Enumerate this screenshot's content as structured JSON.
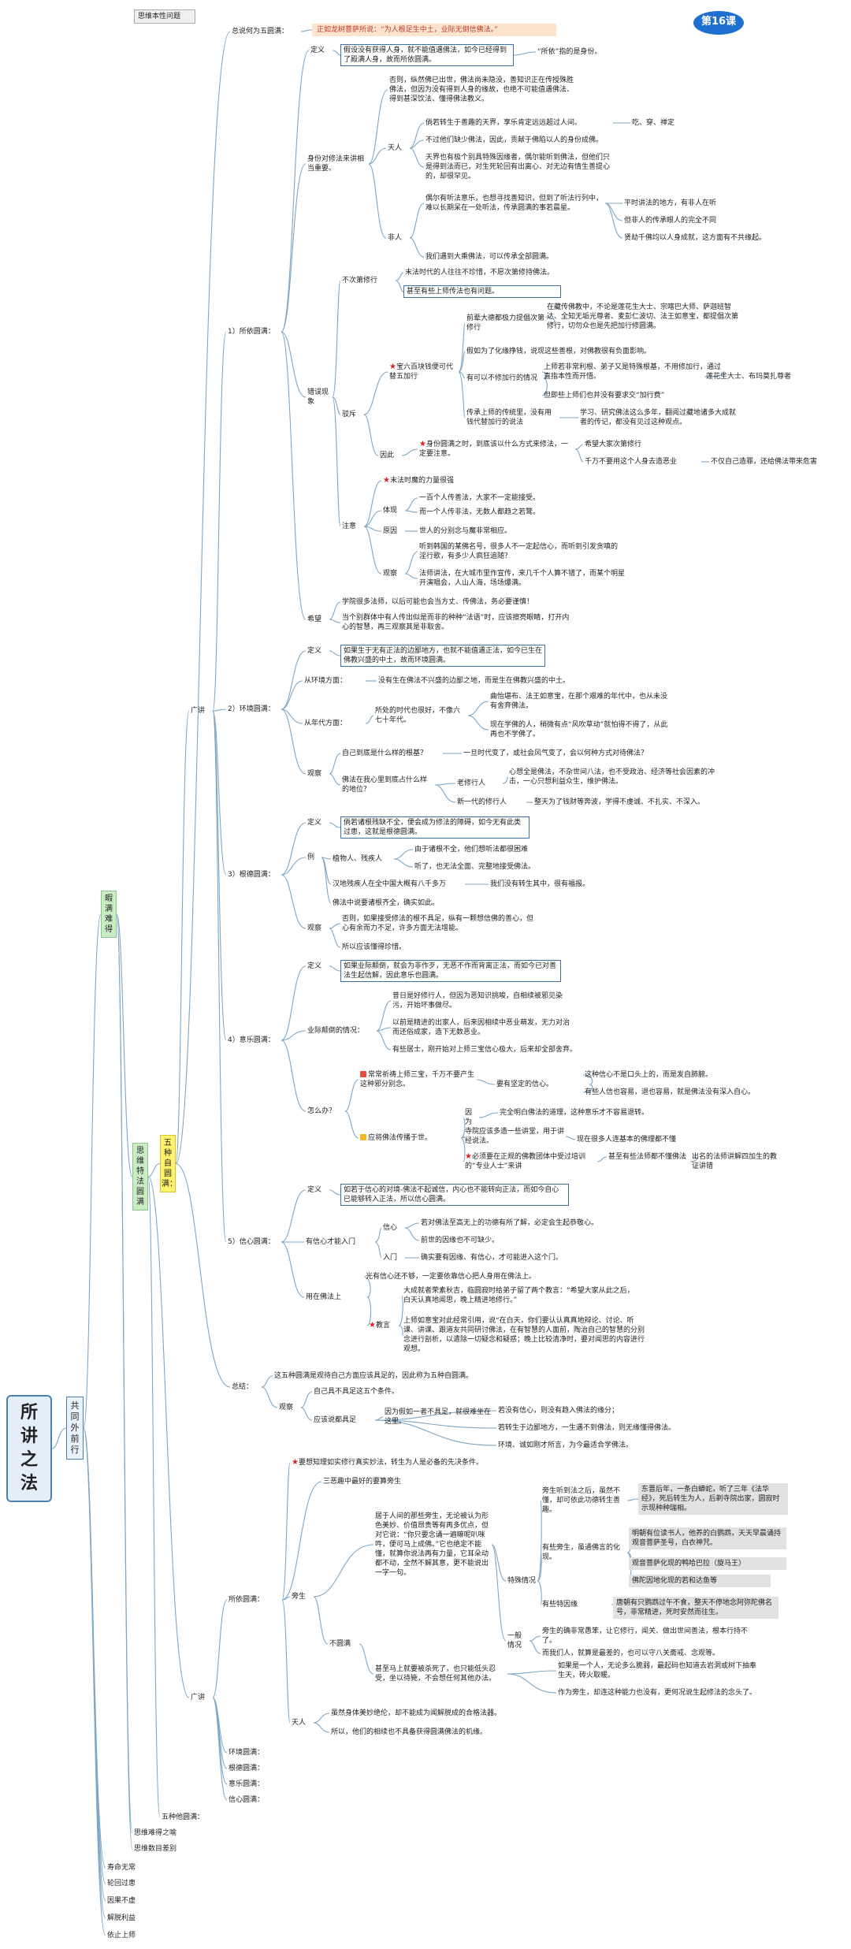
{
  "title": "所讲之法",
  "lesson_badge": "第16课",
  "header": "思维本性问题",
  "nodes": {
    "root": "所讲之法",
    "l1_gongtong": "共同外前行",
    "l2_xiagui": "暇满难得",
    "l2_sitese": "思维特法圆满",
    "l3_wuzhong": "五种自圆满：",
    "zongshuo": "总说何为五圆满：",
    "zongshuo_quote": "正如龙树菩萨所说：“为人根足生中土，业际无倒信佛法。”",
    "guangjiang": "广讲",
    "p1": "1）所依圆满：",
    "p1_dingyi": "定义",
    "p1_dingyi_box": "假设没有获得人身，就不能值遇佛法，如今已经得到了殿满人身，故而所依圆满。",
    "p1_suoyi": "“所依”指的是身份。",
    "p1_shenfen": "身份对修法来讲相当重要。",
    "p1_fouze": "否则，纵然佛已出世，佛法尚未隐没，善知识正在传授殊胜佛法，但因为没有得到人身的缘故，也绝不可能值遇佛法、得到甚深饮法、懂得佛法教义。",
    "p1_tianren": "天人",
    "p1_tian1": "倘若转生于善趣的天界，享乐肯定远远超过人间。",
    "p1_tian1b": "吃、穿、禅定",
    "p1_tian2": "不过他们缺少佛法，因此，贡献于佛陷以人的身份成佛。",
    "p1_tian3": "天界也有极个别具特殊因缘者，偶尔能听到佛法，但他们只是得到法而已，对生死轮回有出离心、对无边有情生善提心的，却很罕见。",
    "p1_feiren": "非人",
    "p1_fei1": "偶尔有听法意乐，也想寻找善知识，但到了听法行列中，难以长期呆在一处听法，传承圆满的事若晨星。",
    "p1_fei1a": "平时讲法的地方，有非人在听",
    "p1_fei1b": "但非人的传承眼人的完全不同",
    "p1_fei1c": "贤劫千佛均以人身成就，这方面有不共缘起。",
    "p1_fei2": "我们遇到大乘佛法，可以传承全部圆满。",
    "p1_cuowu": "错误现象",
    "p1_bucidi": "不次第修行",
    "p1_bc1": "末法时代的人往往不珍惜，不愿次第修持佛法。",
    "p1_bc2": "甚至有些上师传法也有问题。",
    "p1_qianhou": "前辈大德都极力提倡次第修行",
    "p1_qh_text": "在藏传佛教中，不论是莲花生大士、宗喀巴大师、萨迦班智达、全知无垢光尊者、麦彭仁波切、法王如意宝，都提倡次第修行，切勿众也是先把加行修圆满。",
    "p1_jiaru": "假如为了化缘挣钱，说现这些善根，对佛教很有负面影响。",
    "p1_yuanyin": "宝六百块钱便可代替五加行",
    "p1_cuo": "驳斥",
    "p1_keyi": "有可以不修加行的情况",
    "p1_ky1": "上师若非常利根、弟子又是特殊根基，不用修加行，通过直指本性而开悟。",
    "p1_ky1b": "莲花生大士、布玛莫扎尊者",
    "p1_ky2": "但即些上师们也并没有要求交“加行费”",
    "p1_ky3": "传承上师的传统里，没有用钱代替加行的说法",
    "p1_ky3b": "学习、研究佛法这么多年，翻阅过藏地诸多大成就者的传记，都没有见过这种观点。",
    "p1_yinci": "因此",
    "p1_yc1": "身份圆满之时，到底该以什么方式来修法，一定要注意。",
    "p1_yc1a": "希望大家次第修行",
    "p1_yc1b": "千万不要用这个人身去造恶业",
    "p1_yc1c": "不仅自己造罪，还给佛法带来危害",
    "p1_zhuyi": "注意",
    "p1_zy_star": "末法时魔的力量很强",
    "p1_tixian": "体现",
    "p1_tx1": "一百个人传善法，大家不一定能接受。",
    "p1_tx2": "而一个人传非法，无数人都趋之若鹜。",
    "p1_yuanyin2": "原因",
    "p1_yy": "世人的分别念与魔非常相应。",
    "p1_guancha": "观察",
    "p1_gc1": "听到韩国的某佛名号，很多人不一定起信心，而听到引发贪嗔的淫行歌，有多少人疯狂追随？",
    "p1_gc2": "法师讲法，在大城市里作宣传，来几千个人算不错了，而某个明星开演唱会，人山人海，场场爆满。",
    "p1_xiwang": "希望",
    "p1_xw1": "学院很多法师，以后可能也会当方丈、传佛法，务必要谨慎！",
    "p1_xw2": "当个别群体中有人传出似是而非的种种“法语”时，应该擦亮眼睛，打开内心的智慧，再三观察其是非取舍。",
    "p2": "2）环境圆满：",
    "p2_dingyi": "定义",
    "p2_dy_box": "如果生于无有正法的边鄙地方，也就不能值遇正法，如今已生在佛教兴盛的中土，故而环境圆满。",
    "p2_huanjing": "从环境方面：",
    "p2_hj": "没有生在佛法不兴盛的边鄙之地，而是生在佛教兴盛的中土。",
    "p2_niandai": "从年代方面：",
    "p2_nd1": "所处的时代也很好，不像六七十年代。",
    "p2_nd1a": "曲怡堪布、法王如意宝，在那个艰难的年代中，也从未没有舍弃佛法。",
    "p2_nd1b": "现在学佛的人，稍微有点“风吹草动”就怕得不得了，从此再也不学佛了。",
    "p2_guancha": "观察",
    "p2_g1": "自己到底是什么样的根基？",
    "p2_g1a": "一旦时代变了，或社会风气变了，会以何种方式对待佛法？",
    "p2_g2": "佛法在我心里到底占什么样的地位？",
    "p2_laoxiu": "老修行人",
    "p2_lx": "心想全是佛法，不杂世间八法，也不受政治、经济等社会因素的冲击，一心只想利益众生，维护佛法。",
    "p2_xinyidai": "新一代的修行人",
    "p2_xyd": "整天为了钱财等奔波，学得不虔诚、不扎实、不深入。",
    "p3": "3）根德圆满：",
    "p3_dingyi": "定义",
    "p3_dy_box": "倘若诸根残缺不全，便会成为修法的障碍，如今无有此类过患，这就是根德圆满。",
    "p3_li": "例",
    "p3_zhiwu": "植物人、残疾人",
    "p3_zw1": "由于诸根不全，他们想听法都很困难",
    "p3_zw2": "听了，也无法全面、完整地接受佛法。",
    "p3_hanqi": "汉地残疾人在全中国大概有八千多万",
    "p3_hq": "我们没有转生其中，很有福报。",
    "p3_li2": "佛法中说要诸根齐全，确实如此。",
    "p3_guancha": "观察",
    "p3_gc1": "否则，如果接受修法的根不具足，纵有一颗想信佛的善心，但心有余而力不足，许多方面无法增能。",
    "p3_gc2": "所以应该懂得珍惜。",
    "p4": "4）意乐圆满：",
    "p4_dingyi": "定义",
    "p4_dy_box": "如果业际颠倒，就会为非作歹，无恶不作而背离正法，而如今已对善法生起信解，因此意乐也圆满。",
    "p4_yiji": "业际颠倒的情况：",
    "p4_yj1": "昔日是好修行人，但因为恶知识挑唆，自相续被邪见染污，开始坏事做尽。",
    "p4_yj2": "以前是精进的出家人，后来因相续中恶业萌发，无力对治而还俗成家，造下无数恶业。",
    "p4_yj3": "有些居士，刚开始对上师三宝信心极大，后来却全部舍弃。",
    "p4_zenme": "怎么办？",
    "p4_z1": "常常祈祷上师三宝，千万不要产生这种邪分别念。",
    "p4_z1a": "要有坚定的信心。",
    "p4_z1b": "这种信心不是口头上的，而是发自肺腑。",
    "p4_z1c": "有些人信也容易，退也容易，就是佛法没有深入自心。",
    "p4_z2": "应将佛法传播于世。",
    "p4_z2a": "因为",
    "p4_z2a1": "完全明白佛法的道理，这种意乐才不容易退转。",
    "p4_z2b1": "寺院应该多造一些讲堂，用于讲经说法。",
    "p4_z2b1a": "现在很多人连基本的佛理都不懂",
    "p4_z2b2": "必须要在正规的佛教团体中受过培训的“专业人士”来讲",
    "p4_z2b2a": "甚至有些法师都不懂佛法",
    "p4_z2b2b": "出名的法师讲解四加生的教证讲错",
    "p5": "5）信心圆满：",
    "p5_dingyi": "定义",
    "p5_dy_box": "如若于信心的对境-佛法不起诚信，内心也不能转向正法，而如今自心已能够转入正法，所以信心圆满。",
    "p5_youxin": "有信心才能入门",
    "p5_xinxin": "信心",
    "p5_xx1": "若对佛法至高无上的功德有所了解，必定会生起恭敬心。",
    "p5_xx2": "前世的因缘也不可缺少。",
    "p5_rumen": "入门",
    "p5_rm": "确实要有因缘、有信心，才可能进入这个门。",
    "p5_yongzai": "用在佛法上",
    "p5_yz1": "光有信心还不够，一定要依靠信心把人身用在佛法上。",
    "p5_jiaoyan": "教言",
    "p5_jy1": "大成就者荣素秋吉，临圆寂时给弟子留了两个教言：“希望大家从此之后，白天认真地闻思，晚上精进地修行。”",
    "p5_jy2": "上师如意宝对此经常引用，说“在白天，你们要认认真真地辩论、讨论、听课、讲课、跟道友共同研讨佛法，在有智慧的人面前，陶治自己的智慧的分别念进行剖析，以遣除一切疑念和疑惑；晚上比较清净时，要对闻思的内容进行观想。",
    "zongjie": "总结：",
    "zj1": "这五种圆满是观待自己方面应该具足的，因此称为五种自圆满。",
    "zj_guancha": "观察",
    "zj_g1": "自己具不具足这五个条件。",
    "zj_g2": "应该说都具足",
    "zj_g2a": "因为假如一者不具足，就很难坐在这里。",
    "zj_g2b": "若没有信心，则没有趋入佛法的缘分；",
    "zj_g2c": "若转生于边鄙地方，一生遇不到佛法，则无缘懂得佛法。",
    "zj_g2d": "环境、诚如刚才所言，为今最适合学佛法。",
    "wuzhong_ta": "五种他圆满：",
    "g_star": "要想知理如实修行真实妙法，转生为人是必备的先决条件。",
    "g_suoyi": "所依圆满：",
    "g_sanqu": "三恶趣中最好的要算旁生",
    "g_pangsheng": "旁生",
    "g_pangsheng_text": "居于人间的那些旁生，无论被认为形色美妙、价值昂贵等有再多优点，但对它说：“你只要念诵一遍嘛呢叭咪吽，便可马上成佛。”它也绝定不能懂，就算你说法再有力量，它耳朵动都不动，全然不解其意，更不能说出一字一句。",
    "g_teshu": "特殊情况",
    "g_ts1": "旁生听到法之后，虽然不懂，却可依此功德转生善趣。",
    "g_ts1a": "东晋后年，一条白蟒蛇，听了三年《法华经》，死后转生为人，后剃寺院出家，圆寂时示现种种瑞相。",
    "g_ts2": "有些旁生，虽通佛言的化现。",
    "g_ts2a": "明朝有位读书人，他养的白鹦鹉，天天早晨诵持观音菩萨圣号，白衣神咒。",
    "g_ts2b": "观音菩萨化现的鸭哈巴拉（旋马王）",
    "g_ts2c": "佛陀因地化现的若和达鱼等",
    "g_ts3": "有些特因缘",
    "g_ts3a": "唐朝有只鹦鹉过午不食，整天不停地念阿弥陀佛名号，非常精进，死时安然而往生。",
    "g_yiban": "一般情况",
    "g_yb1": "旁生的确非常愚笨，让它修行，闻关、做出世间善法，根本行持不了。",
    "g_yb2": "而我们人，就算是最差的，也可以守八关斋戒、念观等。",
    "g_buyuan": "不圆满",
    "g_by": "甚至马上就要被杀死了，也只能低头忍受，坐以待毙，不会想任何其他办法。",
    "g_by_a": "如果是一个人，无论多么脆弱，最起码也知道去岩洞或树下抽奉生天，砖火取暖。",
    "g_by_b": "作为旁生，却连这种能力也没有，更何况说生起修法的念头了。",
    "g_tianren": "天人",
    "g_tr1": "虽然身体美妙绝伦，却不能成为闻解脱成的合格法器。",
    "g_tr2": "所以，他们的相续也不具备获得圆满佛法的机缘。",
    "g_huanjing": "环境圆满：",
    "g_gende": "根德圆满：",
    "g_yile": "意乐圆满：",
    "g_xinxin": "信心圆满：",
    "sw_nan": "思维难得之喻",
    "sw_shumu": "思维数目差别",
    "shouming": "寿命无常",
    "lunhui": "轮回过患",
    "yinguo": "因果不虚",
    "jietuo": "解脱利益",
    "yizhi": "依止上师"
  },
  "colors": {
    "line": "#7ea7c6",
    "box_border": "#3d6fa8",
    "green_node": "#c9ecc4",
    "yellow_node": "#fff36b",
    "gray_node": "#e2e2e2",
    "lesson_badge": "#1f6fd1",
    "star": "#e02020"
  }
}
